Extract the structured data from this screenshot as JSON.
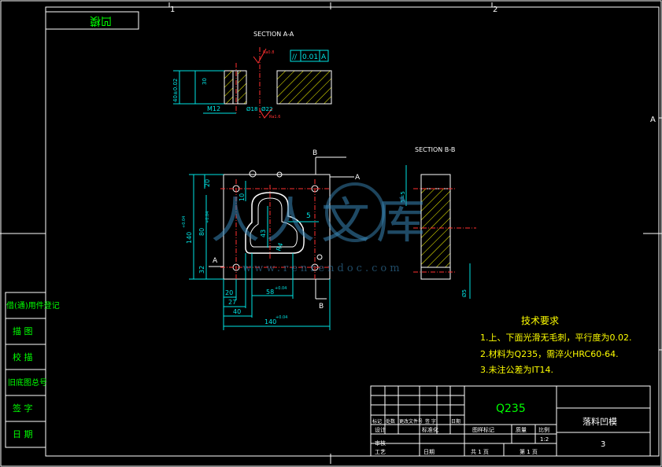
{
  "drawing_number": "凹模",
  "sheet_grid": {
    "col1": "1",
    "col2": "2",
    "rowA": "A"
  },
  "section_aa": {
    "title": "SECTION A-A",
    "tolerance_frame": {
      "symbol": "//",
      "value": "0.01",
      "datum": "A"
    },
    "roughness_top": "Ra0.8",
    "roughness_bottom": "Ra1.6",
    "dims": {
      "height": "40±0.02",
      "depth": "30",
      "thread": "M12",
      "bore_small": "Ø18",
      "bore_large": "Ø22"
    }
  },
  "main_view": {
    "cut_b_top": "B",
    "cut_b_bottom": "B",
    "cut_a_right": "A",
    "cut_a_left": "A",
    "dims": {
      "top_20": "20",
      "top_10": "10",
      "height_total": "140",
      "height_total_tol": "+0.04",
      "height_80": "80",
      "height_80_tol": "+0.04",
      "h43": "43",
      "r4": "R4",
      "w5": "5",
      "bottom_32": "32",
      "w20": "20",
      "w27": "27",
      "w40": "40",
      "w58": "58",
      "w58_tol": "+0.04",
      "width_total": "140",
      "width_total_tol": "+0.04"
    }
  },
  "section_bb": {
    "title": "SECTION B-B",
    "dim_top": "5=5",
    "dim_bottom": "Ø5"
  },
  "tech_requirements": {
    "heading": "技术要求",
    "items": [
      "1.上、下面光滑无毛刺，平行度为0.02.",
      "2.材料为Q235，需淬火HRC60-64.",
      "3.未注公差为IT14."
    ]
  },
  "side_table": [
    "借(通)用件登记",
    "描 图",
    "校 描",
    "旧底图总号",
    "签 字",
    "日 期"
  ],
  "title_block": {
    "material": "Q235",
    "part_name": "落料凹模",
    "drawing_code": "3",
    "header_row": [
      "标记",
      "处数",
      "更改文件号",
      "签 字",
      "日期"
    ],
    "roles": [
      "设计",
      "审核",
      "工艺"
    ],
    "std_label": "标准化",
    "date_label": "日期",
    "stage_label": "图样标记",
    "weight_label": "质量",
    "scale_label": "比例",
    "scale_value": "1:2",
    "sheets_total": "共 1 页",
    "sheet_no": "第 1 页"
  },
  "watermark": {
    "main": "人人文库",
    "url": "www.renrendoc.com"
  },
  "colors": {
    "border": "#ffffff",
    "text_green": "#00ff00",
    "dimension": "#00e5e5",
    "center": "#ff3030",
    "hatch": "#ffff00",
    "part_outline": "#ffffff"
  }
}
